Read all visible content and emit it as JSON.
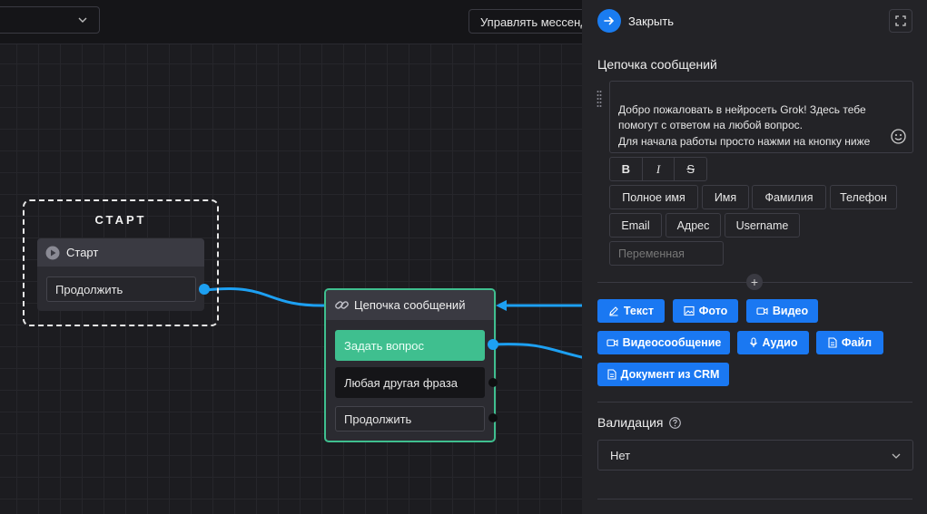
{
  "topbar": {
    "manage_button_label": "Управлять мессенд"
  },
  "start_block": {
    "frame_title": "СТАРТ",
    "node_title": "Старт",
    "continue_label": "Продолжить"
  },
  "chain_node": {
    "title": "Цепочка сообщений",
    "ask_question_label": "Задать вопрос",
    "any_phrase_label": "Любая другая фраза",
    "continue_label": "Продолжить"
  },
  "panel": {
    "close_label": "Закрыть",
    "section_title": "Цепочка сообщений",
    "message_text": "Добро пожаловать в нейросеть Grok! Здесь тебе помогут с ответом на любой вопрос.\nДля начала работы просто нажми на кнопку ниже",
    "format_buttons": [
      "B",
      "I",
      "S"
    ],
    "variable_chips": [
      "Полное имя",
      "Имя",
      "Фамилия",
      "Телефон",
      "Email",
      "Адрес",
      "Username"
    ],
    "variable_placeholder": "Переменная",
    "add_symbol": "+",
    "content_buttons": {
      "text": "Текст",
      "photo": "Фото",
      "video": "Видео",
      "video_message": "Видеосообщение",
      "audio": "Аудио",
      "file": "Файл",
      "crm_document": "Документ из CRM"
    },
    "validation_label": "Валидация",
    "validation_value": "Нет"
  },
  "colors": {
    "accent_blue": "#1a78f2",
    "wire_blue": "#1da0f2",
    "node_green": "#3fbf8f",
    "panel_bg": "#232327",
    "canvas_bg": "#1c1c20"
  }
}
